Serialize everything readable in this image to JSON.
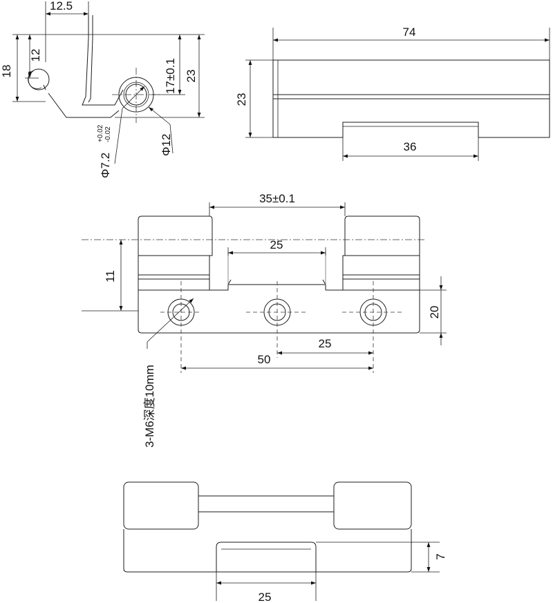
{
  "side_view": {
    "dim_width": "12.5",
    "dim_12": "12",
    "dim_18": "18",
    "dim_17": "17±0.1",
    "dim_23": "23",
    "dim_bore": "Φ7.2",
    "tol_upper": "+0.02",
    "tol_lower": "-0.02",
    "dim_outer": "Φ12"
  },
  "top_view": {
    "dim_74": "74",
    "dim_23": "23",
    "dim_36": "36"
  },
  "front_view": {
    "dim_35": "35±0.1",
    "dim_25_top": "25",
    "dim_11": "11",
    "dim_20": "20",
    "dim_25_bottom": "25",
    "dim_50": "50",
    "note_holes": "3-M6深度10mm"
  },
  "bottom_view": {
    "dim_7": "7",
    "dim_25": "25"
  }
}
